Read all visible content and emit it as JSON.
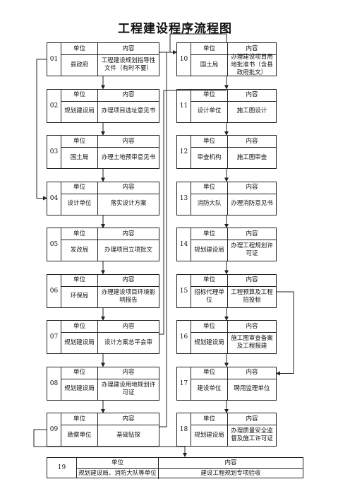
{
  "title": "工程建设程序流程图",
  "headers": {
    "unit": "单位",
    "content": "内容"
  },
  "steps": [
    {
      "num": "01",
      "unit": "县政府",
      "content": "工程建设规划指导性文件（有时不要）"
    },
    {
      "num": "02",
      "unit": "规划建设局",
      "content": "办理项目选址意见书"
    },
    {
      "num": "03",
      "unit": "国土局",
      "content": "办理土地预审意见书"
    },
    {
      "num": "04",
      "unit": "设计单位",
      "content": "落实设计方案"
    },
    {
      "num": "05",
      "unit": "发改局",
      "content": "办理项目立项批文"
    },
    {
      "num": "06",
      "unit": "环保局",
      "content": "办理建设项目环境影响报告"
    },
    {
      "num": "07",
      "unit": "规划建设局",
      "content": "设计方案总平会审"
    },
    {
      "num": "08",
      "unit": "规划建设局",
      "content": "办理建设用地规划许可证"
    },
    {
      "num": "09",
      "unit": "勘察单位",
      "content": "基础钻探"
    },
    {
      "num": "10",
      "unit": "国土局",
      "content": "办理建设项目用地批准书（含县政府批文）"
    },
    {
      "num": "11",
      "unit": "设计单位",
      "content": "施工图设计"
    },
    {
      "num": "12",
      "unit": "审查机构",
      "content": "施工图审查"
    },
    {
      "num": "13",
      "unit": "消防大队",
      "content": "办理消防意见书"
    },
    {
      "num": "14",
      "unit": "规划建设局",
      "content": "办理工程规划许可证"
    },
    {
      "num": "15",
      "unit": "招标代理单位",
      "content": "工程预算及工程招投标"
    },
    {
      "num": "16",
      "unit": "规划建设局",
      "content": "施工图审查备案及工程报建"
    },
    {
      "num": "17",
      "unit": "建设单位",
      "content": "聘用监理单位"
    },
    {
      "num": "18",
      "unit": "规划建设局",
      "content": "办理质量安全监督及施工许可证"
    }
  ],
  "final_step": {
    "num": "19",
    "unit": "规划建设局、消防大队等单位",
    "content": "建设工程规划专项验收"
  }
}
